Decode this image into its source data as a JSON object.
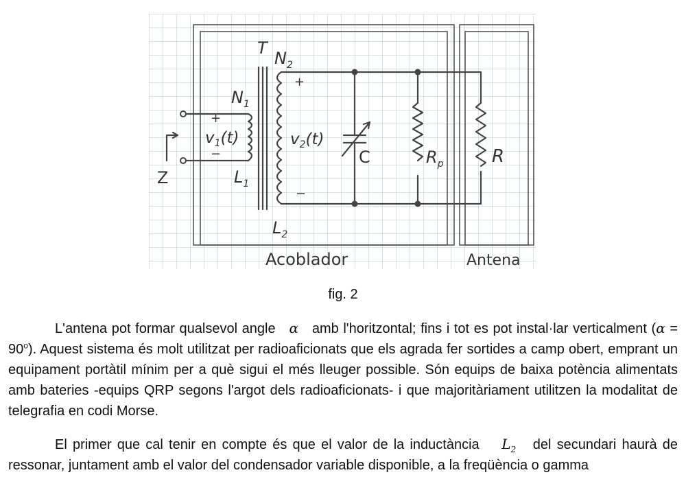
{
  "figure": {
    "label_T": "T",
    "label_N1": "N",
    "label_N1_sub": "1",
    "label_N2": "N",
    "label_N2_sub": "2",
    "label_v1": "v",
    "label_v1_sub": "1",
    "label_v1_t": "(t)",
    "label_v2": "v",
    "label_v2_sub": "2",
    "label_v2_t": "(t)",
    "label_L1": "L",
    "label_L1_sub": "1",
    "label_L2": "L",
    "label_L2_sub": "2",
    "label_C": "C",
    "label_Rp": "R",
    "label_Rp_sub": "p",
    "label_R": "R",
    "label_Z": "Z",
    "plus": "+",
    "minus": "−",
    "box_coupler": "Acoblador",
    "box_antenna": "Antena",
    "grid_color": "#b9c3d6"
  },
  "caption": "fig. 2",
  "paragraph1": {
    "a": "L'antena pot formar qualsevol angle",
    "alpha": "α",
    "b": "amb l'horitzontal; fins i tot es pot instal·lar verticalment (",
    "alpha2": "α",
    "c": " = 90",
    "deg": "o",
    "d": "). Aquest sistema és molt utilitzat per radioaficionats que els agrada fer sortides a camp obert, emprant un equipament portàtil mínim per a què sigui el més lleuger possible. Són equips de baixa potència alimentats amb bateries -equips QRP segons l'argot dels radioaficionats- i que majoritàriament utilitzen la modalitat de telegrafia en codi Morse."
  },
  "paragraph2": {
    "a": "El primer que cal tenir en compte és que el valor de la inductància",
    "L": "L",
    "L_sub": "2",
    "b": "del secundari haurà de ressonar, juntament  amb el valor del condensador variable disponible, a la freqüència o gamma"
  }
}
